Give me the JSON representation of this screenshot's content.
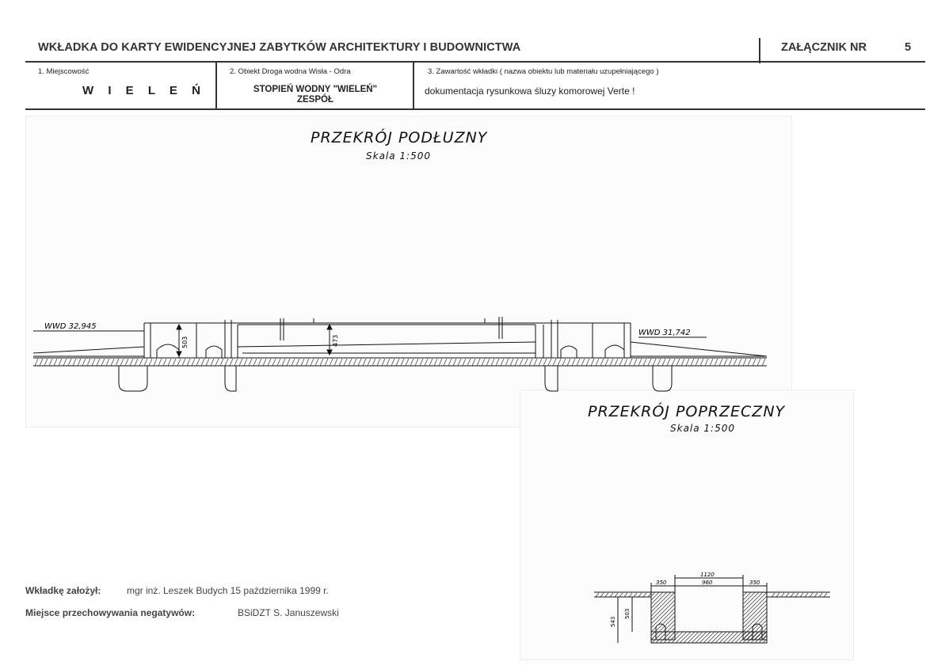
{
  "header": {
    "title": "WKŁADKA DO KARTY EWIDENCYJNEJ ZABYTKÓW ARCHITEKTURY I BUDOWNICTWA",
    "attachment_label": "ZAŁĄCZNIK NR",
    "attachment_number": "5"
  },
  "fields": {
    "place_label": "1. Miejscowość",
    "place_value": "W I E L E Ń",
    "object_label": "2. Obiekt Droga wodna Wisła - Odra",
    "object_value_line1": "STOPIEŃ WODNY \"WIELEŃ\"",
    "object_value_line2": "ZESPÓŁ",
    "content_label": "3. Zawartość wkładki ( nazwa obiektu lub materiału uzupełniającego )",
    "content_value": "dokumentacja rysunkowa śluzy komorowej Verte !"
  },
  "drawing1": {
    "title": "PRZEKRÓJ PODŁUZNY",
    "scale": "Skala 1:500",
    "level_left": "WWD 32,945",
    "level_right": "WWD 31,742",
    "dim_left": "503",
    "dim_mid": "473"
  },
  "drawing2": {
    "title": "PRZEKRÓJ POPRZECZNY",
    "scale": "Skala 1:500",
    "dim_top": "1120",
    "dim_left_wall": "350",
    "dim_inner": "960",
    "dim_right_wall": "350",
    "dim_h1": "543",
    "dim_h2": "503"
  },
  "footer": {
    "author_label": "Wkładkę założył:",
    "author_value": "mgr inż. Leszek Budych 15 października 1999 r.",
    "storage_label": "Miejsce przechowywania negatywów:",
    "storage_value": "BSiDZT S. Januszewski"
  }
}
